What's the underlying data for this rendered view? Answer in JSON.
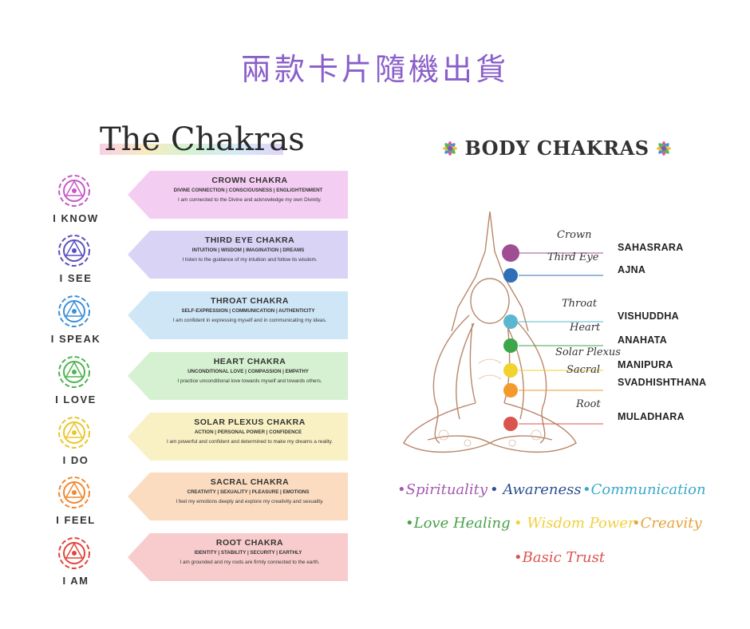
{
  "page": {
    "title": "兩款卡片隨機出貨"
  },
  "left_card": {
    "title": "The Chakras",
    "chakras": [
      {
        "symbol": "crown-chakra-icon",
        "color": "#c458c7",
        "banner_color": "#f4cdf2",
        "affirmation": "I KNOW",
        "name": "CROWN CHAKRA",
        "keywords": "DIVINE CONNECTION | CONSCIOUSNESS | ENGLIGHTENMENT",
        "text": "I am connected to the Divine and acknowledge my own Divinity."
      },
      {
        "symbol": "third-eye-chakra-icon",
        "color": "#5a4fc0",
        "banner_color": "#d9d3f6",
        "affirmation": "I SEE",
        "name": "THIRD EYE CHAKRA",
        "keywords": "INTUITION | WISDOM | IMAGINATION | DREAMS",
        "text": "I listen to the guidance of my intuition and follow its wisdom."
      },
      {
        "symbol": "throat-chakra-icon",
        "color": "#3d8fd9",
        "banner_color": "#cfe6f7",
        "affirmation": "I SPEAK",
        "name": "THROAT CHAKRA",
        "keywords": "SELF-EXPRESSION | COMMUNICATION | AUTHENTICITY",
        "text": "I am confident in expressing myself and in communicating my ideas."
      },
      {
        "symbol": "heart-chakra-icon",
        "color": "#4fb34f",
        "banner_color": "#d6f1d1",
        "affirmation": "I LOVE",
        "name": "HEART CHAKRA",
        "keywords": "UNCONDITIONAL LOVE | COMPASSION | EMPATHY",
        "text": "I practice unconditional love towards myself and towards others."
      },
      {
        "symbol": "solar-plexus-chakra-icon",
        "color": "#e9c62a",
        "banner_color": "#f9f1c4",
        "affirmation": "I DO",
        "name": "SOLAR PLEXUS CHAKRA",
        "keywords": "ACTION | PERSONAL POWER | CONFIDENCE",
        "text": "I am powerful and confident and determined to make my dreams a reality."
      },
      {
        "symbol": "sacral-chakra-icon",
        "color": "#ef8a2f",
        "banner_color": "#fbdcc1",
        "affirmation": "I FEEL",
        "name": "SACRAL CHAKRA",
        "keywords": "CREATIVITY | SEXUALITY | PLEASURE | EMOTIONS",
        "text": "I feel my emotions deeply and explore my creativity and sexuality."
      },
      {
        "symbol": "root-chakra-icon",
        "color": "#e0453b",
        "banner_color": "#f8cccc",
        "affirmation": "I AM",
        "name": "ROOT CHAKRA",
        "keywords": "IDENTITY | STABILITY | SECURITY | EARTHLY",
        "text": "I am grounded and my roots are firmly connected to the earth."
      }
    ]
  },
  "right_card": {
    "title": "BODY CHAKRAS",
    "icon": "lotus-flower-icon",
    "labels": [
      {
        "english": "Crown",
        "sanskrit": "SAHASRARA",
        "color": "#a04e93"
      },
      {
        "english": "Third Eye",
        "sanskrit": "AJNA",
        "color": "#2f6fb8"
      },
      {
        "english": "Throat",
        "sanskrit": "VISHUDDHA",
        "color": "#5bb7d1"
      },
      {
        "english": "Heart",
        "sanskrit": "ANAHATA",
        "color": "#3ea64a"
      },
      {
        "english": "Solar Plexus",
        "sanskrit": "MANIPURA",
        "color": "#f2d22e"
      },
      {
        "english": "Sacral",
        "sanskrit": "SVADHISHTHANA",
        "color": "#f39a2b"
      },
      {
        "english": "Root",
        "sanskrit": "MULADHARA",
        "color": "#d9534f"
      }
    ],
    "legend": [
      {
        "text": "•Spirituality",
        "color": "#a45ab0"
      },
      {
        "text": "• Awareness",
        "color": "#2c4f8f"
      },
      {
        "text": "•Communication",
        "color": "#3aa9c9"
      },
      {
        "text": "•Love Healing",
        "color": "#4aa04a"
      },
      {
        "text": "• Wisdom Power",
        "color": "#f0d040"
      },
      {
        "text": "•Creavity",
        "color": "#e6a33a"
      },
      {
        "text": "•Basic Trust",
        "color": "#d9534f"
      }
    ]
  }
}
